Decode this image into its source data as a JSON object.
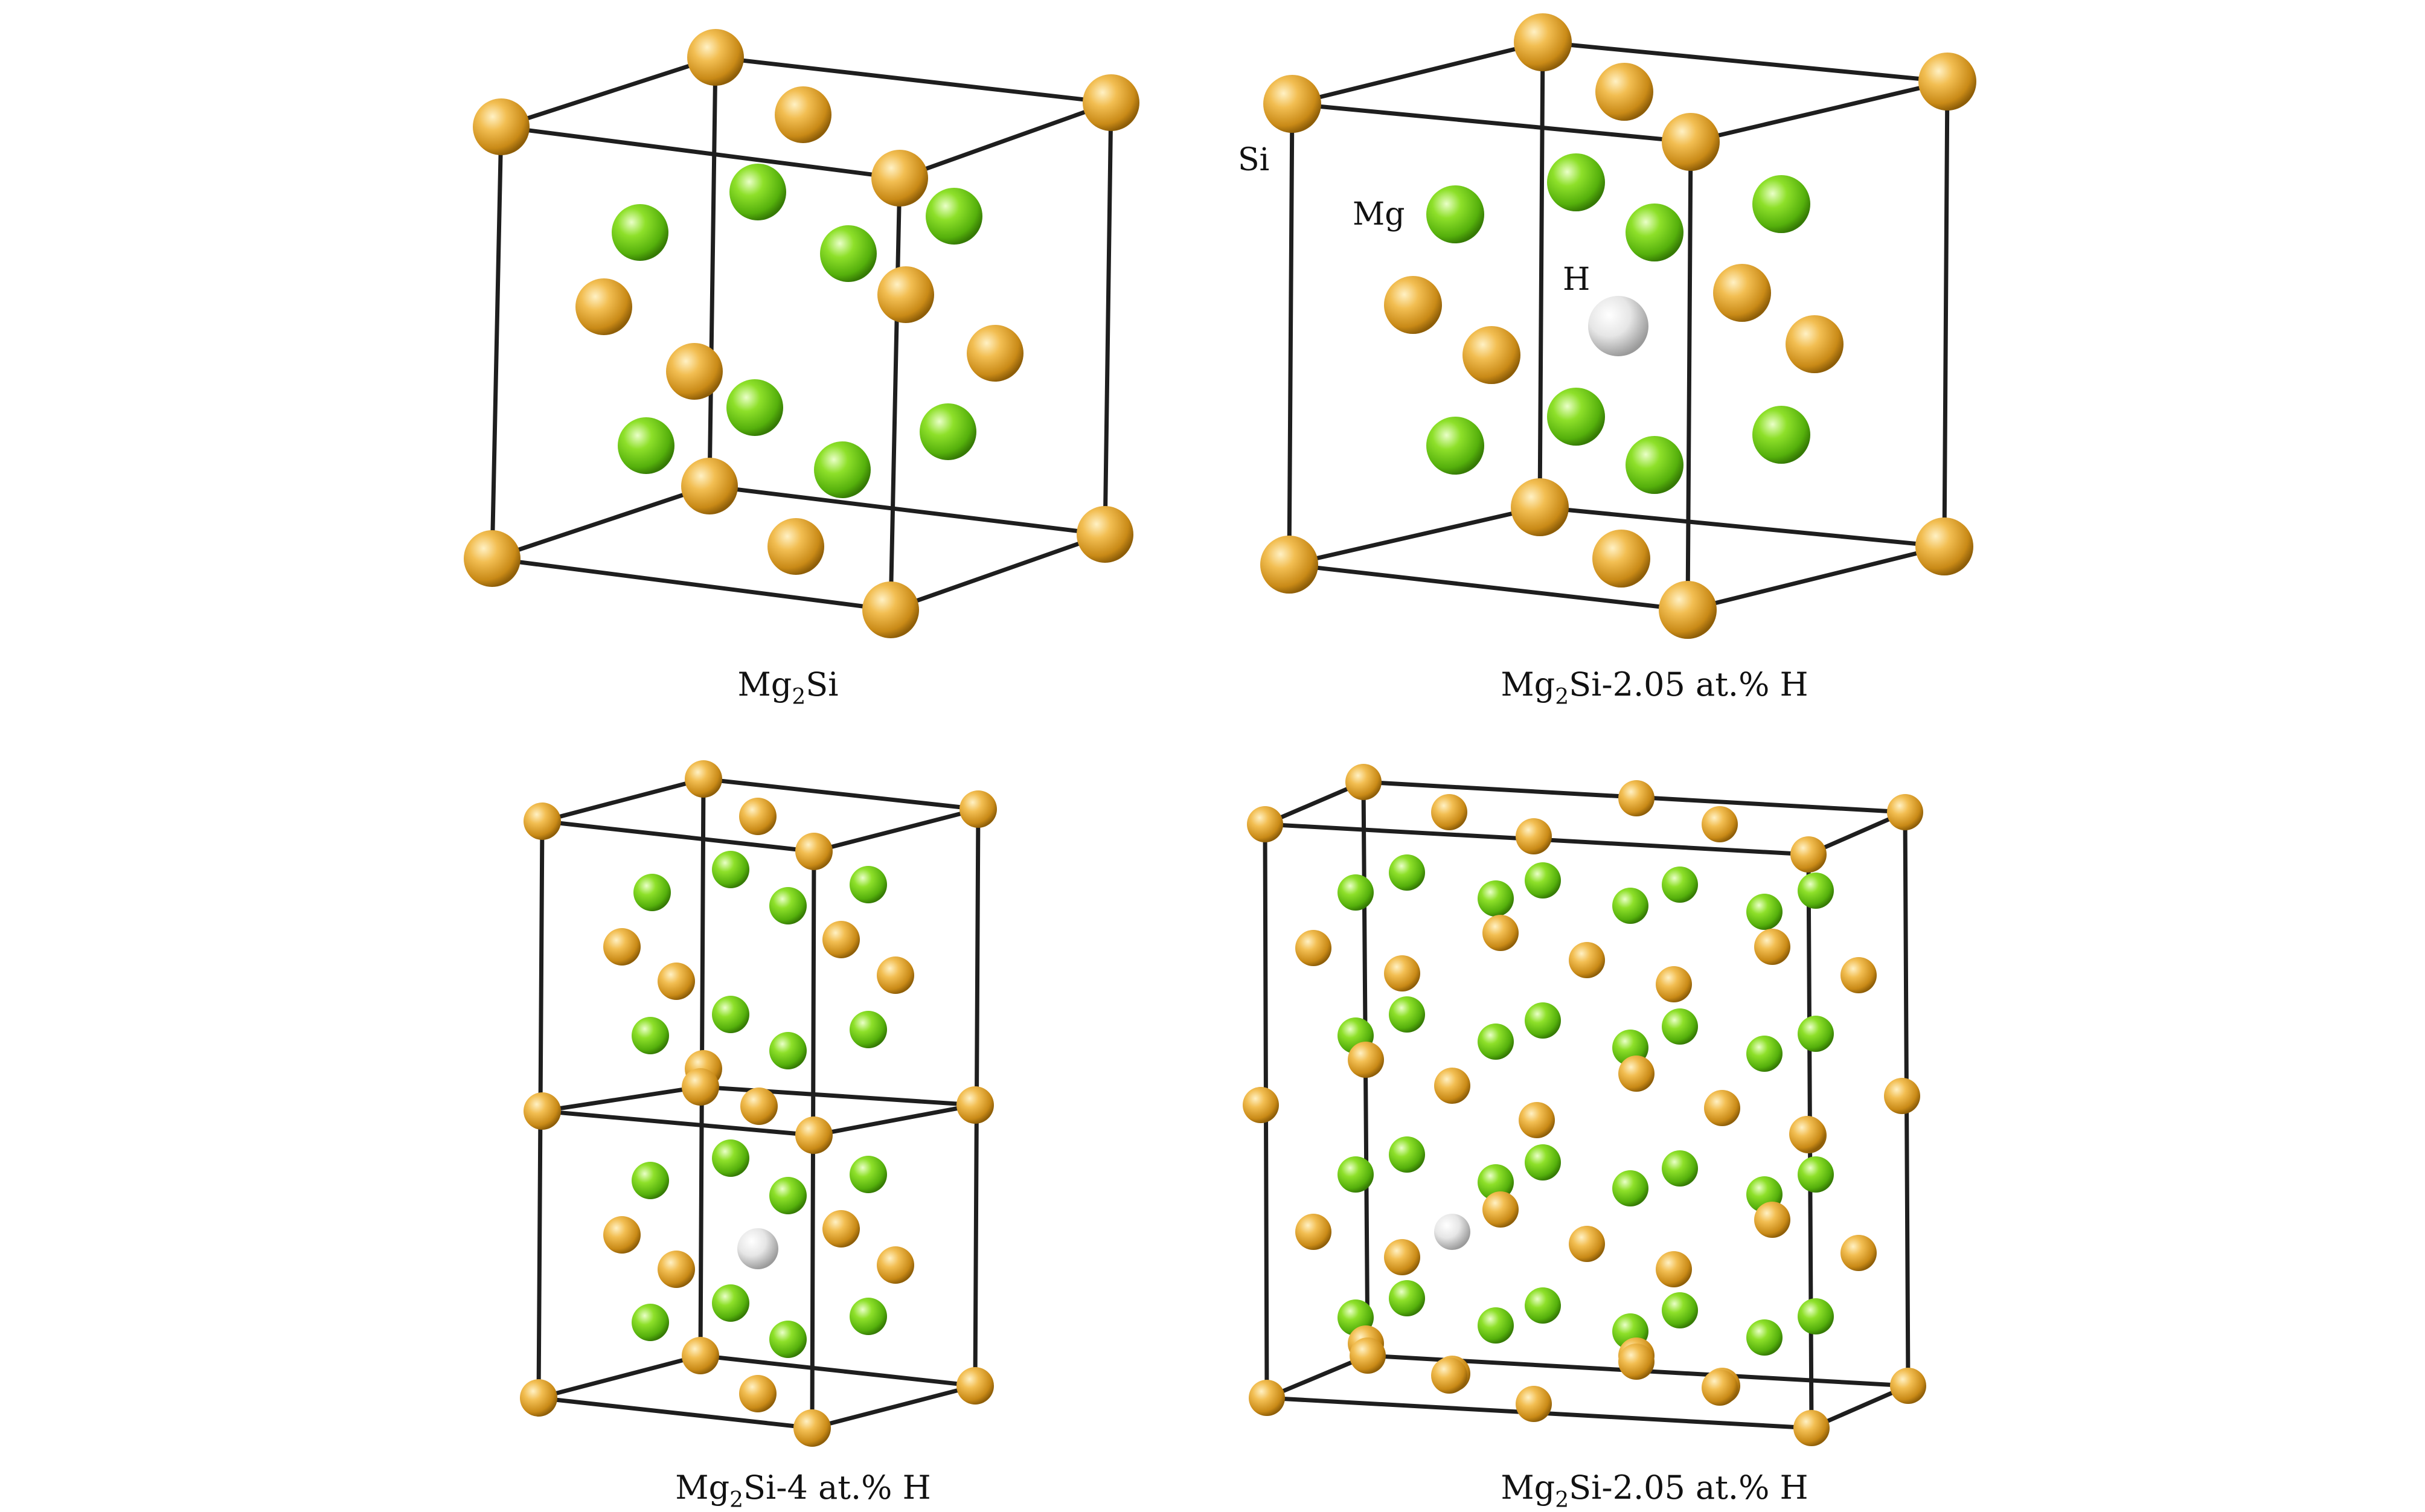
{
  "colors": {
    "Si": "#e0a73a",
    "Mg": "#7fd120",
    "H": "#dcdcdc",
    "edge": "#1e1e1e"
  },
  "panels": [
    {
      "id": "p1",
      "caption": {
        "base": "Mg",
        "sub": "2",
        "rest": "Si"
      }
    },
    {
      "id": "p2",
      "caption": {
        "base": "Mg",
        "sub": "2",
        "rest": "Si-2.05 at.% H"
      },
      "labels": {
        "si": "Si",
        "mg": "Mg",
        "h": "H"
      }
    },
    {
      "id": "p3",
      "caption": {
        "base": "Mg",
        "sub": "2",
        "rest": "Si-4 at.% H"
      }
    },
    {
      "id": "p4",
      "caption": {
        "base": "Mg",
        "sub": "2",
        "rest": "Si-2.05 at.% H"
      }
    }
  ]
}
